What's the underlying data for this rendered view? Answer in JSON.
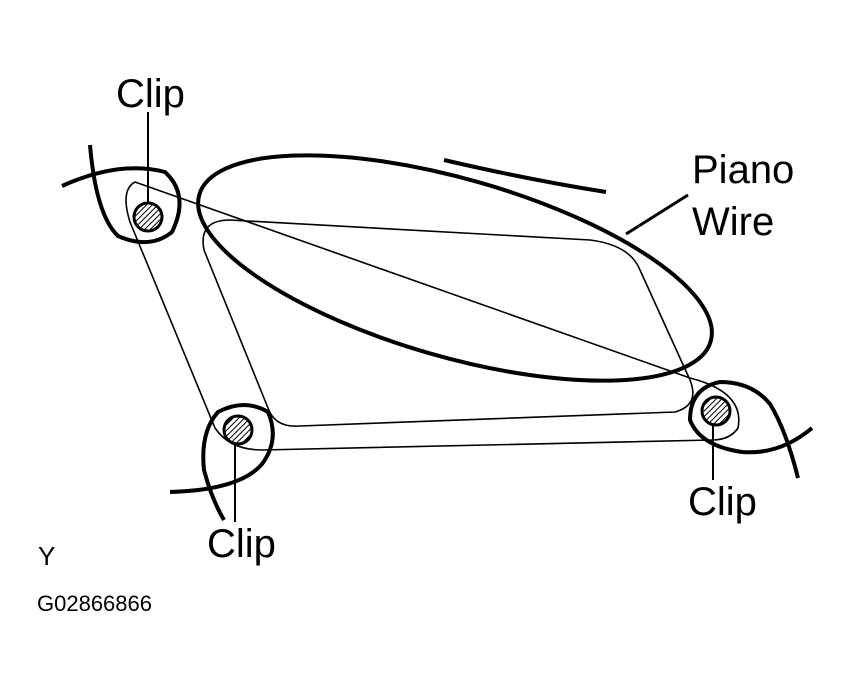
{
  "labels": {
    "clip_top_left": "Clip",
    "clip_bottom_left": "Clip",
    "clip_bottom_right": "Clip",
    "piano_wire": [
      "Piano",
      "Wire"
    ],
    "view_letter": "Y",
    "figure_code": "G02866866"
  },
  "colors": {
    "line": "#000000",
    "background": "#ffffff"
  }
}
